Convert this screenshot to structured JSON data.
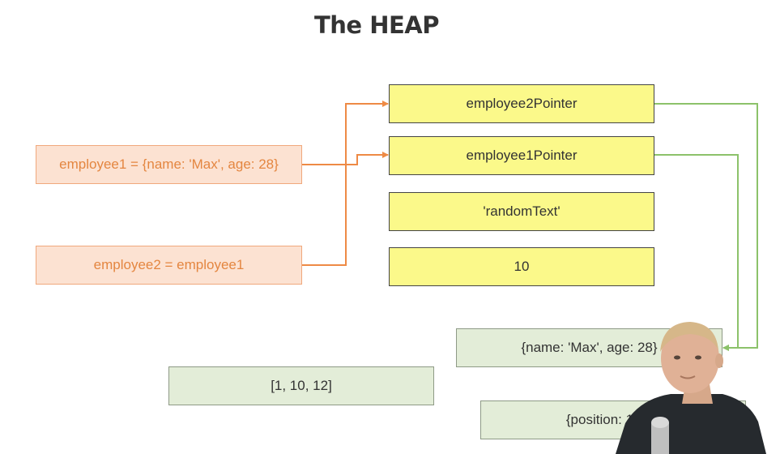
{
  "slide": {
    "title": "The HEAP"
  },
  "stack_boxes": [
    {
      "id": "employee1",
      "label": "employee1 = {name: 'Max', age: 28}"
    },
    {
      "id": "employee2",
      "label": "employee2 =  employee1"
    }
  ],
  "heap_boxes": [
    {
      "id": "employee2Pointer",
      "label": "employee2Pointer"
    },
    {
      "id": "employee1Pointer",
      "label": "employee1Pointer"
    },
    {
      "id": "randomText",
      "label": "'randomText'"
    },
    {
      "id": "ten",
      "label": "10"
    },
    {
      "id": "max-object",
      "label": "{name: 'Max', age: 28}"
    },
    {
      "id": "array",
      "label": "[1, 10, 12]"
    },
    {
      "id": "position-object",
      "label": "{position: 1, isA"
    }
  ],
  "colors": {
    "stack_arrow": "#ee8a45",
    "heap_arrow": "#8cc26a",
    "stack_box_fill": "#fce2d2",
    "heap_pointer_fill": "#fbf98a",
    "heap_value_fill": "#e3edd8"
  }
}
